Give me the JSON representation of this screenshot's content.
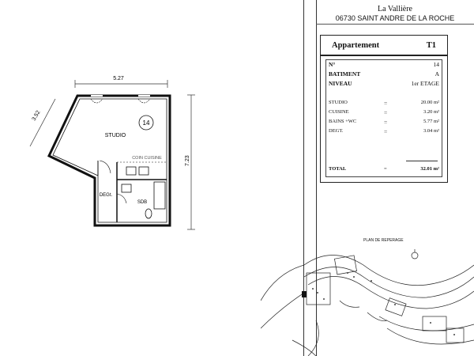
{
  "header": {
    "top_line": "",
    "building": "La Vallière",
    "address": "06730 SAINT ANDRE DE LA ROCHE"
  },
  "apartment": {
    "label": "Appartement",
    "type": "T1",
    "fields": [
      {
        "key": "N°",
        "value": "14"
      },
      {
        "key": "BATIMENT",
        "value": "A"
      },
      {
        "key": "NIVEAU",
        "value": "1er ETAGE"
      }
    ],
    "areas": [
      {
        "room": "STUDIO",
        "value": "20.00 m²"
      },
      {
        "room": "CUISINE",
        "value": "3.20 m²"
      },
      {
        "room": "BAINS +WC",
        "value": "5.77 m²"
      },
      {
        "room": "DEGT.",
        "value": "3.04 m²"
      }
    ],
    "total_label": "TOTAL",
    "total_value": "32.01 m²"
  },
  "plan": {
    "dim_top": "5.27",
    "dim_left": "3.52",
    "dim_right": "7.23",
    "room_studio": "STUDIO",
    "unit_number": "14",
    "room_kitchen": "COIN CUISINE",
    "room_hall": "DEGt.",
    "room_bath": "SDB"
  },
  "site_plan": {
    "label": "PLAN DE REPERAGE"
  }
}
